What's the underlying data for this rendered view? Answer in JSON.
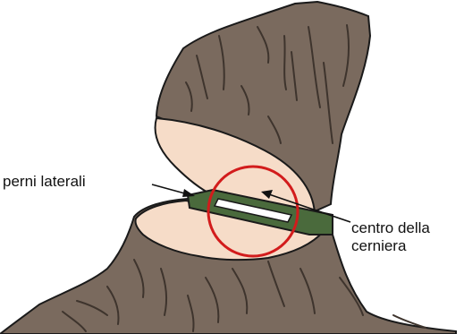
{
  "labels": {
    "side_pins": "perni laterali",
    "hinge_center_line1": "centro della",
    "hinge_center_line2": "cerniera"
  },
  "colors": {
    "bark": "#7a6a5e",
    "bark_dark": "#3e342d",
    "wood_cut": "#f6dcc8",
    "hinge": "#4a6a3c",
    "hinge_core": "#ffffff",
    "highlight_circle": "#d21c1c",
    "outline": "#1a1a1a"
  }
}
